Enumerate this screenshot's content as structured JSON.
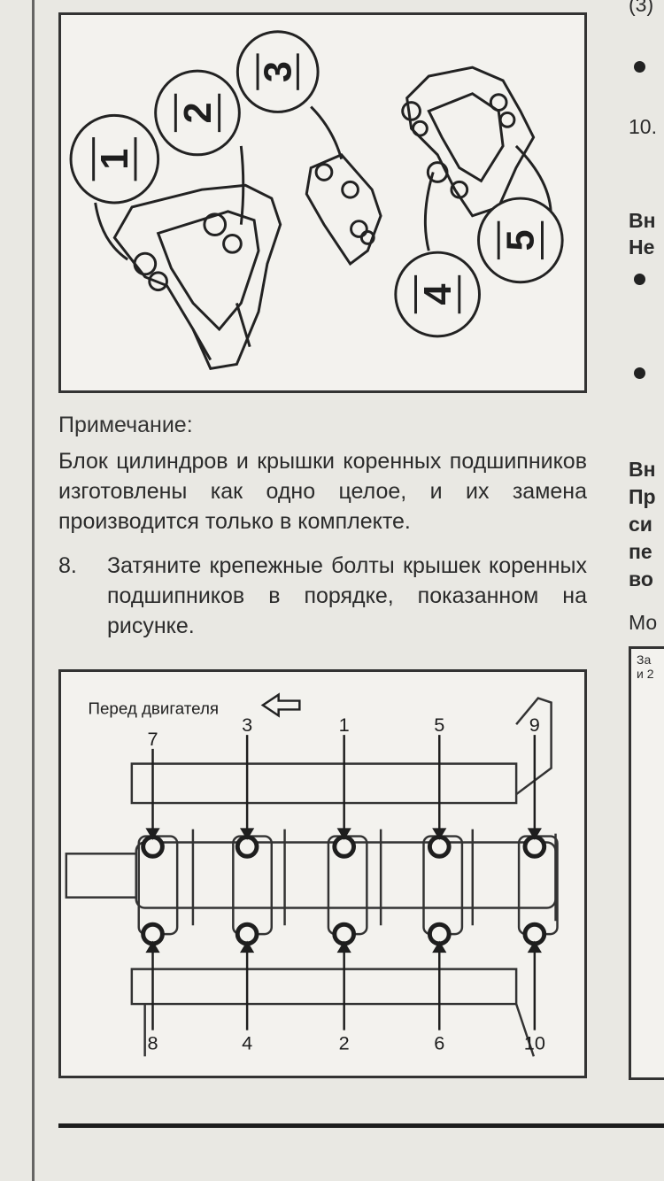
{
  "top_cut_text": "(3)",
  "note": {
    "title": "Примечание:",
    "body": "Блок цилиндров и крышки коренных подшипников изготовлены как одно целое, и их замена производится только в комплекте."
  },
  "step": {
    "number": "8.",
    "text": "Затяните крепежные болты крышек коренных подшипников в порядке, показанном на рисунке."
  },
  "figure1": {
    "callouts": [
      "1",
      "2",
      "3",
      "4",
      "5"
    ]
  },
  "figure2": {
    "front_label": "Перед двигателя",
    "top_numbers": [
      "7",
      "3",
      "1",
      "5",
      "9"
    ],
    "bottom_numbers": [
      "8",
      "4",
      "2",
      "6",
      "10"
    ]
  },
  "right_column": {
    "l1": "10.",
    "l2": "Вн",
    "l3": "Не",
    "l4": "Вн",
    "l5": "Пр",
    "l6": "си",
    "l7": "пе",
    "l8": "во",
    "l9": "Мо",
    "l10": "За",
    "l11": "и 2"
  }
}
